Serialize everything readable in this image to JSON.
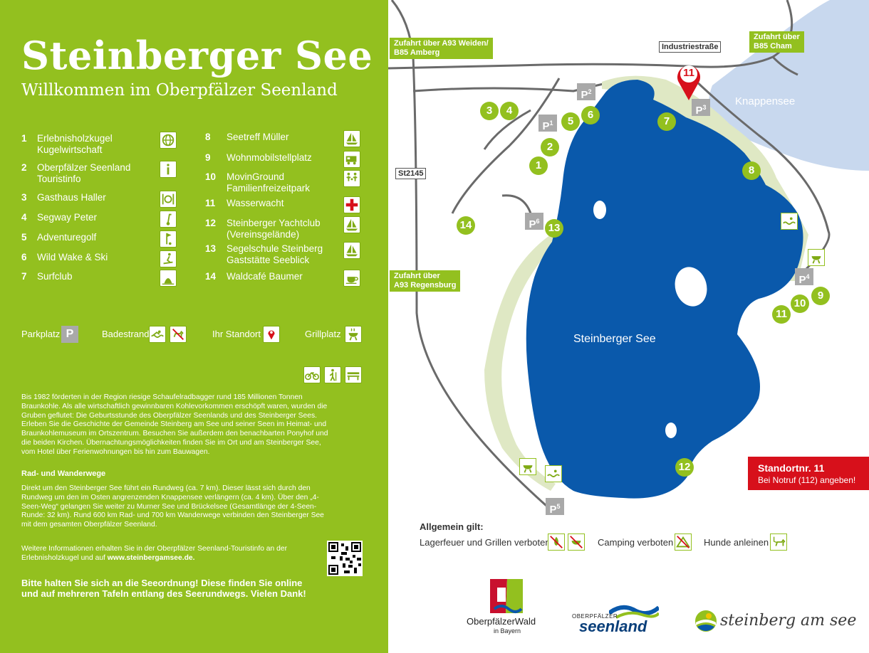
{
  "header": {
    "title": "Steinberger See",
    "subtitle": "Willkommen im Oberpfälzer Seenland"
  },
  "legend": {
    "left": [
      {
        "num": "1",
        "label": "Erlebnisholzkugel\nKugelwirtschaft",
        "icon": "globe-icon"
      },
      {
        "num": "2",
        "label": "Oberpfälzer Seenland\nTouristinfo",
        "icon": "info-icon"
      },
      {
        "num": "3",
        "label": "Gasthaus Haller",
        "icon": "restaurant-icon"
      },
      {
        "num": "4",
        "label": "Segway Peter",
        "icon": "segway-icon"
      },
      {
        "num": "5",
        "label": "Adventuregolf",
        "icon": "golf-icon"
      },
      {
        "num": "6",
        "label": "Wild Wake & Ski",
        "icon": "wakeboard-icon"
      },
      {
        "num": "7",
        "label": "Surfclub",
        "icon": "surfing-icon"
      }
    ],
    "right": [
      {
        "num": "8",
        "label": "Seetreff Müller",
        "icon": "sailboat-icon"
      },
      {
        "num": "9",
        "label": "Wohnmobilstellplatz",
        "icon": "camper-icon"
      },
      {
        "num": "10",
        "label": "MovinGround\nFamilienfreizeitpark",
        "icon": "family-icon"
      },
      {
        "num": "11",
        "label": "Wasserwacht",
        "icon": "red-cross-icon"
      },
      {
        "num": "12",
        "label": "Steinberger Yachtclub\n(Vereinsgelände)",
        "icon": "sailboat-icon"
      },
      {
        "num": "13",
        "label": "Segelschule Steinberg\nGaststätte Seeblick",
        "icon": "sailboat-icon"
      },
      {
        "num": "14",
        "label": "Waldcafé Baumer",
        "icon": "coffee-icon"
      }
    ]
  },
  "symbols": {
    "parkplatz": "Parkplatz",
    "parkplatz_glyph": "P",
    "badestrand": "Badestrand",
    "ihr_standort": "Ihr Standort",
    "grillplatz": "Grillplatz"
  },
  "text": {
    "intro": "Bis 1982 förderten in der Region riesige Schaufelradbagger rund 185 Millionen Tonnen Braunkohle. Als alle wirtschaftlich gewinnbaren Kohlevorkommen erschöpft waren, wurden die Gruben geflutet: Die Geburtsstunde des Oberpfälzer Seenlands und des Steinberger Sees. Erleben Sie die Geschichte der Gemeinde Steinberg am See und seiner Seen im Heimat- und Braunkohlemuseum im Ortszentrum. Besuchen Sie außerdem den benachbarten Ponyhof und die beiden Kirchen. Übernachtungsmöglichkeiten finden Sie im Ort und am Steinberger See, vom Hotel über Ferienwohnungen bis hin zum Bauwagen.",
    "rad_heading": "Rad- und Wanderwege",
    "rad_text": "Direkt um den Steinberger See führt ein Rundweg (ca. 7 km). Dieser lässt sich durch den Rundweg um den im Osten angrenzenden Knappensee verlängern (ca. 4 km). Über den „4-Seen-Weg“ gelangen Sie weiter zu Murner See und Brückelsee (Gesamtlänge der 4-Seen-Runde: 32 km). Rund 600 km Rad- und 700 km Wanderwege verbinden den Steinberger See mit dem gesamten Oberpfälzer Seenland.",
    "info_text": "Weitere Informationen erhalten Sie in der Oberpfälzer Seenland-Touristinfo an der Erlebnisholzkugel und auf",
    "info_url": "www.steinbergamsee.de.",
    "note": "Bitte halten Sie sich an die Seeordnung! Diese finden Sie online und auf mehreren Tafeln entlang des Seerundwegs. Vielen Dank!"
  },
  "map": {
    "roads": {
      "weiden": "Zufahrt über A93 Weiden/\nB85 Amberg",
      "cham": "Zufahrt über\nB85 Cham",
      "regensburg": "Zufahrt über\nA93 Regensburg",
      "industrie": "Industriestraße",
      "st2145": "St2145"
    },
    "lake_name": "Steinberger See",
    "knappensee": "Knappensee",
    "standort_num": "11",
    "markers": [
      "1",
      "2",
      "3",
      "4",
      "5",
      "6",
      "7",
      "8",
      "9",
      "10",
      "11",
      "12",
      "13",
      "14"
    ],
    "parking": [
      "P1",
      "P2",
      "P3",
      "P4",
      "P5",
      "P6"
    ],
    "colors": {
      "green": "#93c01f",
      "lake": "#0a59ab",
      "knappensee": "#c8d8ee",
      "beach": "#dfe8c4",
      "red": "#d7101b"
    }
  },
  "standort_box": {
    "title": "Standortnr. 11",
    "sub": "Bei Notruf (112) angeben!"
  },
  "general": {
    "heading": "Allgemein gilt:",
    "fire": "Lagerfeuer und Grillen verboten",
    "camping": "Camping verboten",
    "dogs": "Hunde anleinen"
  },
  "logos": {
    "owald_line1": "OberpfälzerWald",
    "owald_line2": "in Bayern",
    "seenland_small": "OBERPFÄLZER",
    "seenland_big": "seenland",
    "steinberg": "steinberg am see"
  }
}
